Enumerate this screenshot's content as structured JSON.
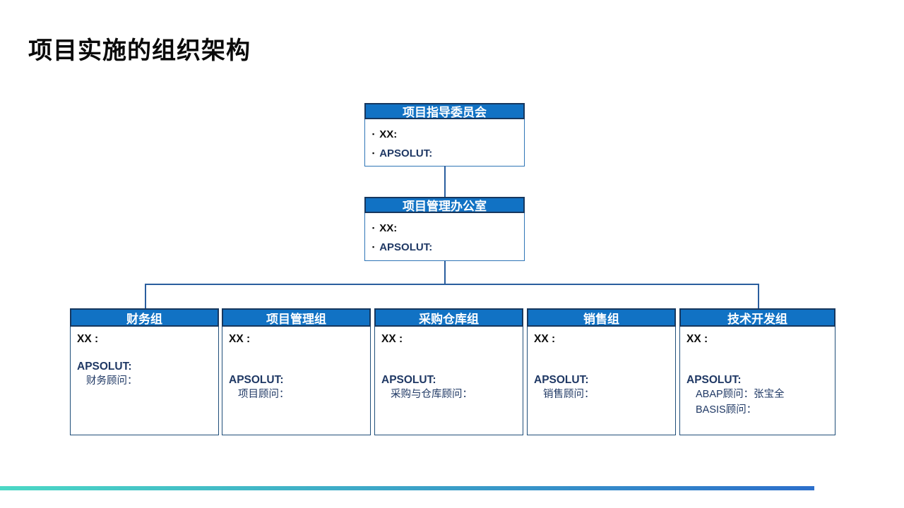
{
  "slide": {
    "title": "项目实施的组织架构"
  },
  "colors": {
    "header_fill": "#1172C4",
    "header_border": "#17375E",
    "top_body_border": "#2E75B6",
    "group_body_border": "#1F4E79",
    "navy_text": "#1F3864",
    "connector": "#2A5E9E",
    "accent_gradient_left": "#4BD8C5",
    "accent_gradient_right": "#2C6FCB"
  },
  "org_chart": {
    "steering_committee": {
      "title": "项目指导委员会",
      "bullet_icon": "▪",
      "bullets": [
        "XX:",
        "APSOLUT:"
      ]
    },
    "pmo": {
      "title": "项目管理办公室",
      "bullet_icon": "▪",
      "bullets": [
        "XX:",
        "APSOLUT:"
      ]
    },
    "groups": [
      {
        "title": "财务组",
        "xx_label": "XX :",
        "apsolut_label": "APSOLUT:",
        "consultants": [
          "财务顾问："
        ]
      },
      {
        "title": "项目管理组",
        "xx_label": "XX :",
        "apsolut_label": "APSOLUT:",
        "consultants": [
          "项目顾问："
        ]
      },
      {
        "title": "采购仓库组",
        "xx_label": "XX :",
        "apsolut_label": "APSOLUT:",
        "consultants": [
          "采购与仓库顾问："
        ]
      },
      {
        "title": "销售组",
        "xx_label": "XX :",
        "apsolut_label": "APSOLUT:",
        "consultants": [
          "销售顾问："
        ]
      },
      {
        "title": "技术开发组",
        "xx_label": "XX :",
        "apsolut_label": "APSOLUT:",
        "consultants": [
          "ABAP顾问：张宝全",
          "BASIS顾问："
        ]
      }
    ]
  }
}
